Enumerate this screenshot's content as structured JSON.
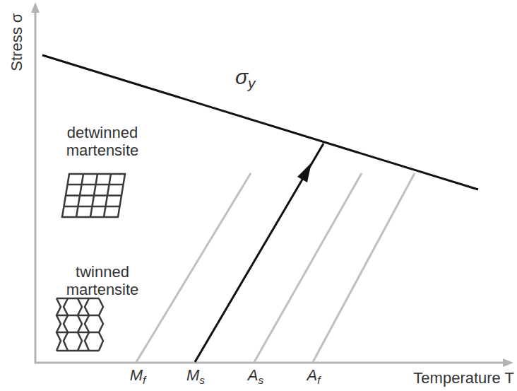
{
  "diagram": {
    "labels": [
      "Stress σ",
      "Temperature T",
      "σy",
      "detwinned martensite",
      "twinned martensite",
      "Mf",
      "Ms",
      "As",
      "Af"
    ]
  }
}
